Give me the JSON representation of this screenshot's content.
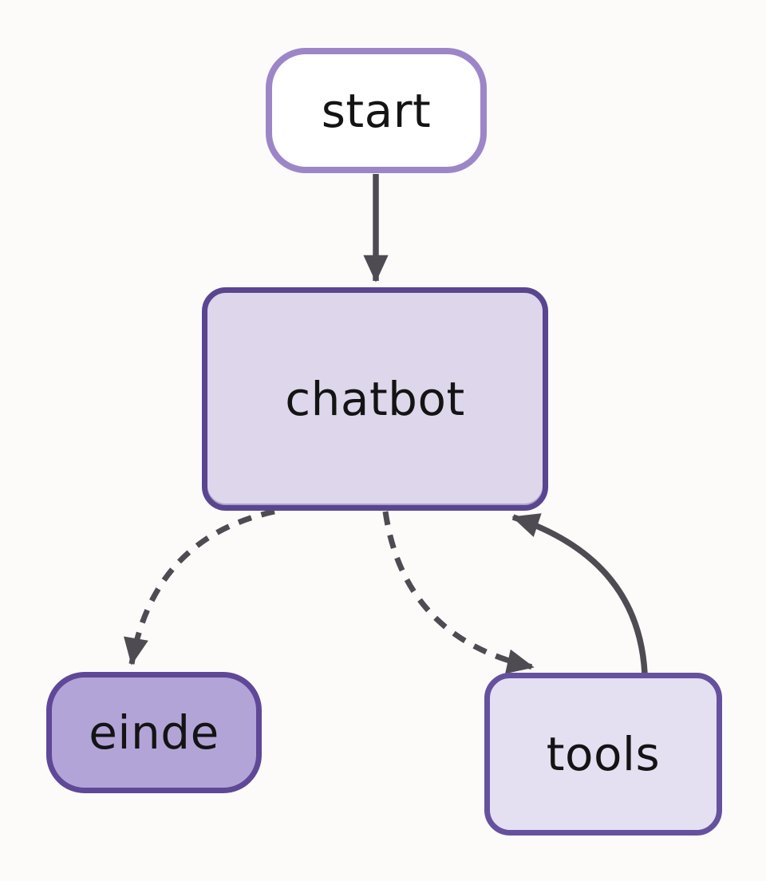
{
  "diagram": {
    "type": "flowchart",
    "title": "chatbot-graph",
    "background_color": "#fcfbfa",
    "edge_color": "#4e4c52",
    "nodes": [
      {
        "id": "start",
        "label": "start",
        "shape": "stadium",
        "fill": "#ffffff",
        "border": "#9c86c8"
      },
      {
        "id": "chatbot",
        "label": "chatbot",
        "shape": "rounded-rect",
        "fill": "#ded6ea",
        "border": "#5a4591"
      },
      {
        "id": "einde",
        "label": "einde",
        "shape": "stadium",
        "fill": "#b3a4d8",
        "border": "#5f4897"
      },
      {
        "id": "tools",
        "label": "tools",
        "shape": "rounded-rect",
        "fill": "#e5dff2",
        "border": "#66519f"
      }
    ],
    "edges": [
      {
        "from": "start",
        "to": "chatbot",
        "style": "solid"
      },
      {
        "from": "chatbot",
        "to": "einde",
        "style": "dashed"
      },
      {
        "from": "chatbot",
        "to": "tools",
        "style": "dashed"
      },
      {
        "from": "tools",
        "to": "chatbot",
        "style": "solid"
      }
    ]
  }
}
